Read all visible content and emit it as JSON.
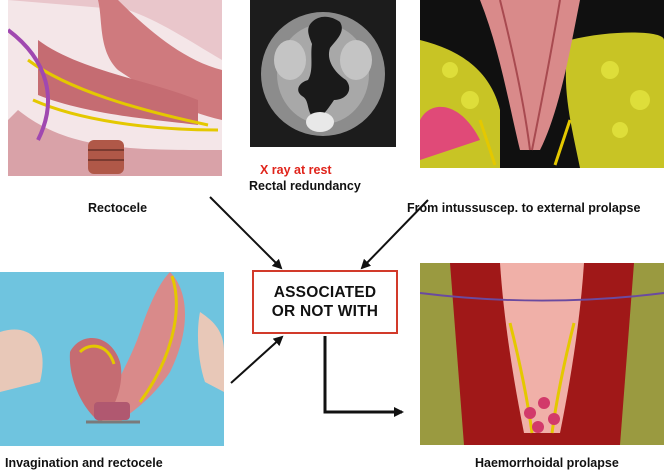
{
  "panels": {
    "rectocele": {
      "caption": "Rectocele"
    },
    "xray": {
      "caption_line1": "X ray at rest",
      "caption_line2": "Rectal redundancy"
    },
    "intussusception": {
      "caption": "From intussuscep. to external prolapse"
    },
    "invagination": {
      "caption": "Invagination and rectocele"
    },
    "haemorrhoidal": {
      "caption": "Haemorrhoidal prolapse"
    }
  },
  "center_box": {
    "line1": "ASSOCIATED",
    "line2": "OR NOT WITH"
  },
  "colors": {
    "box_border": "#d23a2a",
    "xray_label": "#e0241b",
    "tissue": "#d98a8a",
    "fat": "#d6d633",
    "background_blue": "#6fc4df"
  }
}
